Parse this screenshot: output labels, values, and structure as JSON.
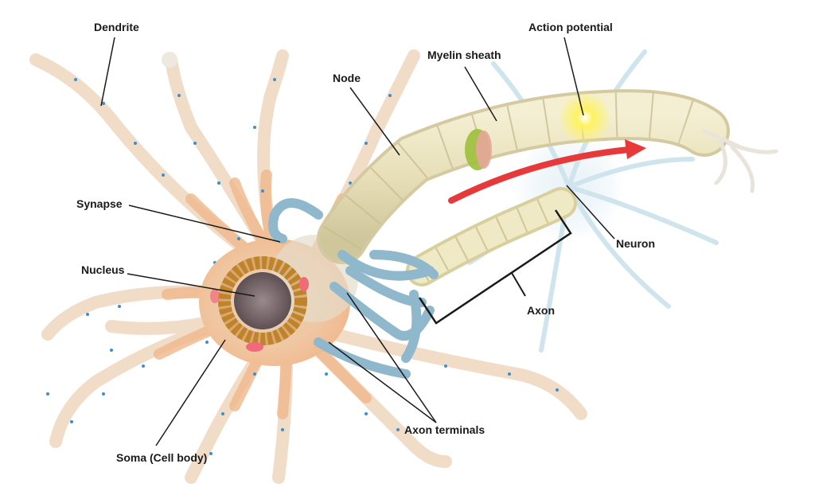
{
  "labels": {
    "dendrite": "Dendrite",
    "action_potential": "Action potential",
    "myelin_sheath": "Myelin sheath",
    "node": "Node",
    "synapse": "Synapse",
    "neuron": "Neuron",
    "nucleus": "Nucleus",
    "axon": "Axon",
    "axon_terminals": "Axon terminals",
    "soma": "Soma (Cell body)"
  },
  "colors": {
    "dendrite_tip": "#f3ece4",
    "dendrite_base": "#f0b98c",
    "soma": "#efd6be",
    "nucleus_ring": "#c98a2e",
    "nucleus_core": "#7c6b6e",
    "myelin": "#e9e2bf",
    "axon_terminal": "#8fb8cc",
    "arrow": "#e8393a",
    "action_potential_glow": "#fff176",
    "leader_line": "#1a1a1a",
    "bg_neuron": "#cfe6f0"
  }
}
